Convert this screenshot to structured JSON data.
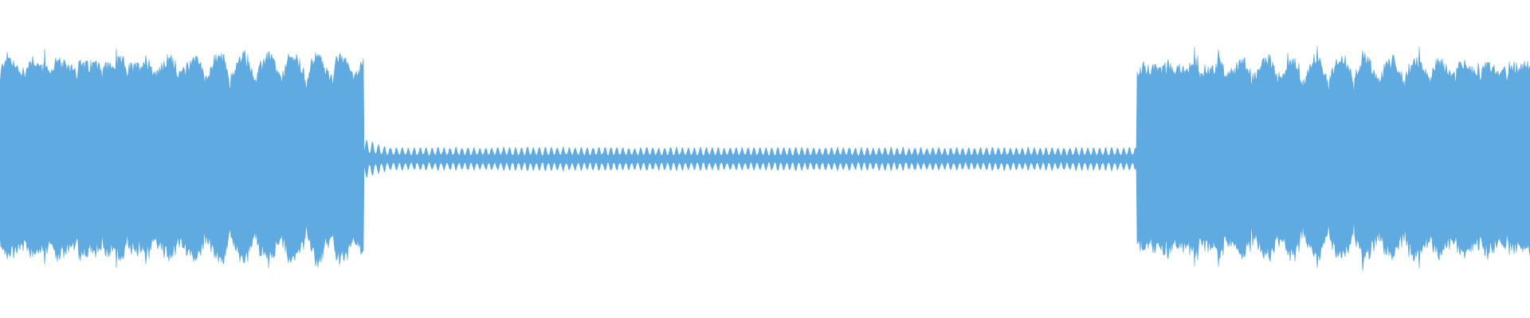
{
  "waveform": {
    "color": "#5FAAE0",
    "background": "#FFFFFF",
    "icon": "audio-waveform",
    "segments": [
      {
        "kind": "loud",
        "start": 0.0,
        "end": 0.238,
        "level": 0.7
      },
      {
        "kind": "quiet",
        "start": 0.238,
        "end": 0.743,
        "level": 0.04
      },
      {
        "kind": "loud",
        "start": 0.743,
        "end": 1.0,
        "level": 0.68
      }
    ]
  }
}
